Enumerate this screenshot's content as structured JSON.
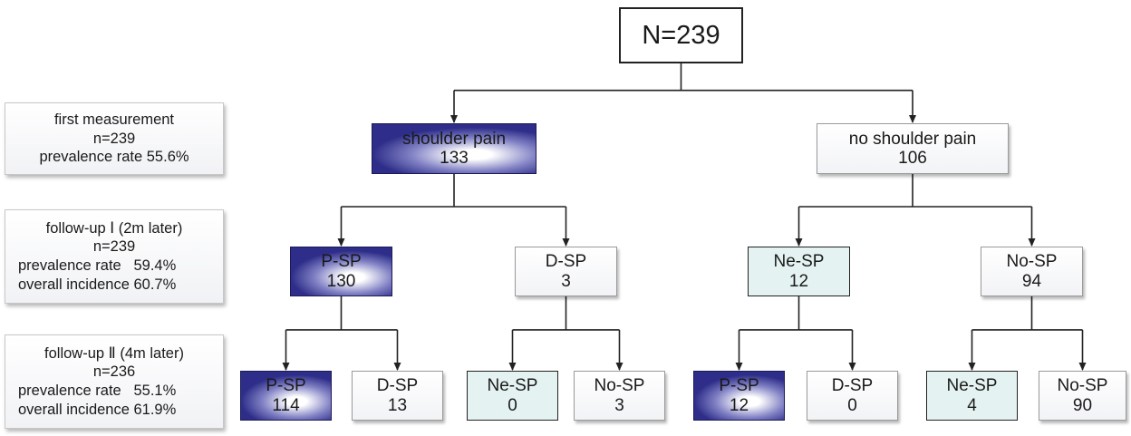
{
  "root": {
    "label": "N=239"
  },
  "stages": [
    {
      "lines": [
        "first measurement",
        "n=239",
        "prevalence rate 55.6%"
      ]
    },
    {
      "lines": [
        "follow-up Ⅰ (2m later)",
        "n=239",
        "prevalence rate   59.4%",
        "overall incidence 60.7%"
      ]
    },
    {
      "lines": [
        "follow-up Ⅱ (4m later)",
        "n=236",
        "prevalence rate   55.1%",
        "overall incidence 61.9%"
      ]
    }
  ],
  "level1": [
    {
      "label": "shoulder pain",
      "value": "133",
      "style": "pain"
    },
    {
      "label": "no shoulder pain",
      "value": "106",
      "style": "nopain"
    }
  ],
  "level2": [
    {
      "label": "P-SP",
      "value": "130",
      "style": "pain"
    },
    {
      "label": "D-SP",
      "value": "3",
      "style": "nopain"
    },
    {
      "label": "Ne-SP",
      "value": "12",
      "style": "new"
    },
    {
      "label": "No-SP",
      "value": "94",
      "style": "nopain"
    }
  ],
  "level3": [
    {
      "label": "P-SP",
      "value": "114",
      "style": "pain"
    },
    {
      "label": "D-SP",
      "value": "13",
      "style": "nopain"
    },
    {
      "label": "Ne-SP",
      "value": "0",
      "style": "new"
    },
    {
      "label": "No-SP",
      "value": "3",
      "style": "nopain"
    },
    {
      "label": "P-SP",
      "value": "12",
      "style": "pain"
    },
    {
      "label": "D-SP",
      "value": "0",
      "style": "nopain"
    },
    {
      "label": "Ne-SP",
      "value": "4",
      "style": "new"
    },
    {
      "label": "No-SP",
      "value": "90",
      "style": "nopain"
    }
  ],
  "colors": {
    "pain": "#2e2e8a",
    "new_onset": "#e4f3f1",
    "line": "#222222"
  }
}
